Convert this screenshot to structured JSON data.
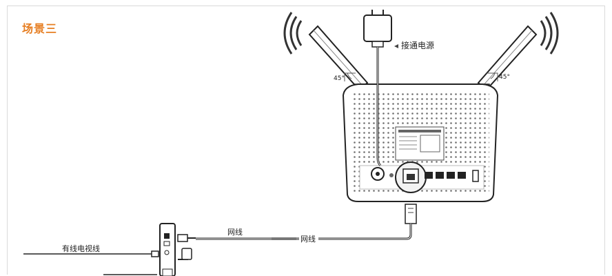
{
  "scene": {
    "title": "场景三"
  },
  "labels": {
    "power": "接通电源",
    "angle_left": "45°",
    "angle_right": "45°",
    "cable_upper": "网线",
    "cable_lower": "网线",
    "coax": "有线电视线"
  },
  "colors": {
    "accent": "#e67e22",
    "line": "#333333",
    "device": "#ffffff"
  }
}
